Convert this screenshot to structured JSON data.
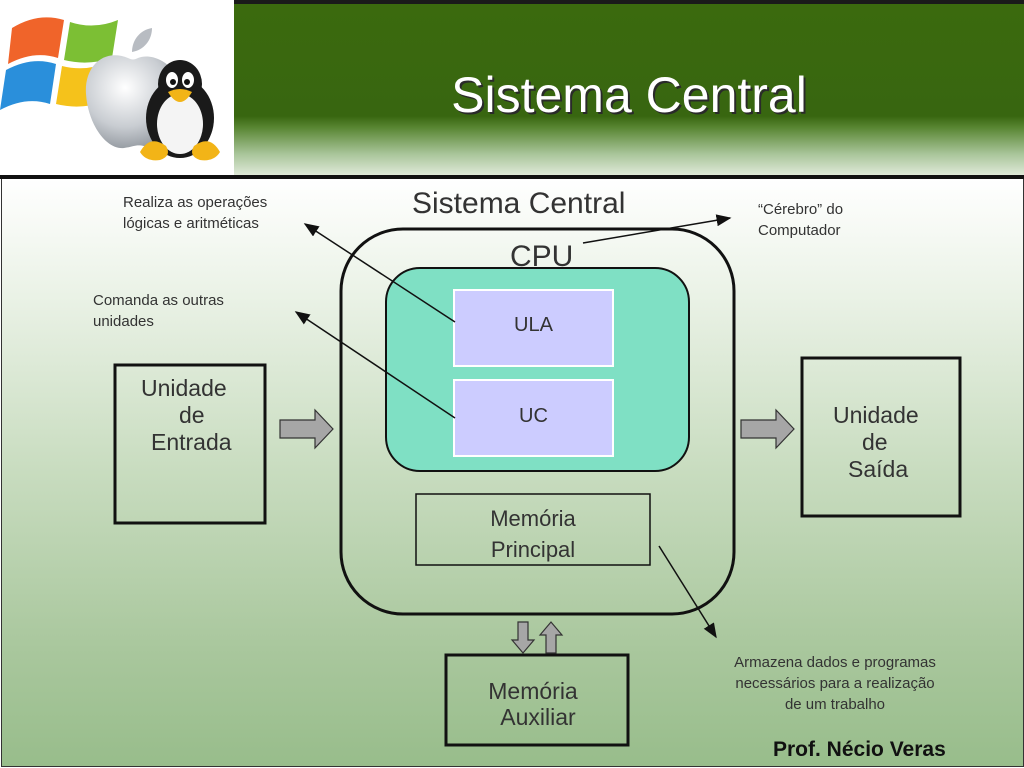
{
  "slide": {
    "title": "Sistema Central",
    "author": "Prof. Nécio Veras"
  },
  "diagram": {
    "system_label": "Sistema Central",
    "cpu_label": "CPU",
    "ula_label": "ULA",
    "uc_label": "UC",
    "memoria_principal": [
      "Memória",
      "Principal"
    ],
    "memoria_auxiliar": [
      "Memória",
      "Auxiliar"
    ],
    "unidade_entrada": [
      "Unidade",
      "de",
      "Entrada"
    ],
    "unidade_saida": [
      "Unidade",
      "de",
      "Saída"
    ]
  },
  "annotations": {
    "ula_desc": [
      "Realiza as operações",
      "lógicas e aritméticas"
    ],
    "uc_desc": [
      "Comanda as outras",
      "unidades"
    ],
    "cpu_desc": [
      "“Cérebro” do",
      "Computador"
    ],
    "memoria_desc": [
      "Armazena dados e programas",
      "necessários para a realização",
      "de um trabalho"
    ]
  },
  "colors": {
    "header_green": "#386610",
    "cpu_fill": "#7fe0c4",
    "reg_fill": "#ccccff",
    "arrow_fill": "#a6a6a6"
  },
  "icons": [
    "windows-logo-icon",
    "apple-logo-icon",
    "tux-penguin-icon"
  ]
}
